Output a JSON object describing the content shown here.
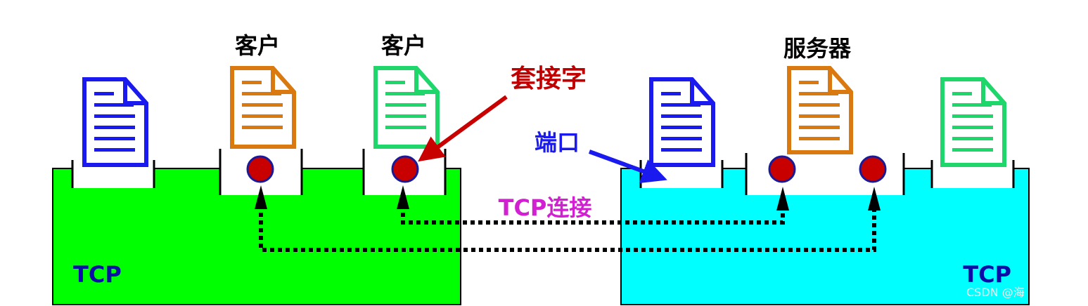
{
  "labels": {
    "client_1": "客户",
    "client_2": "客户",
    "server": "服务器",
    "socket": "套接字",
    "port": "端口",
    "tcp_connection": "TCP连接",
    "tcp_left": "TCP",
    "tcp_right": "TCP"
  },
  "watermark": "CSDN @海",
  "colors": {
    "left_host": "#00ff00",
    "right_host": "#00ffff",
    "doc_blue": "#1a1aee",
    "doc_orange": "#d9790f",
    "doc_green": "#1ed66a",
    "socket_fill": "#c80000",
    "socket_stroke": "#1a1a99",
    "socket_label": "#c00000",
    "port_label": "#1a1aee",
    "tcp_connection_label": "#d21fd2",
    "tcp_label": "#0c0ca6"
  },
  "icons": {
    "document": "document-icon",
    "socket": "socket-dot-icon",
    "arrow": "arrow-icon"
  }
}
